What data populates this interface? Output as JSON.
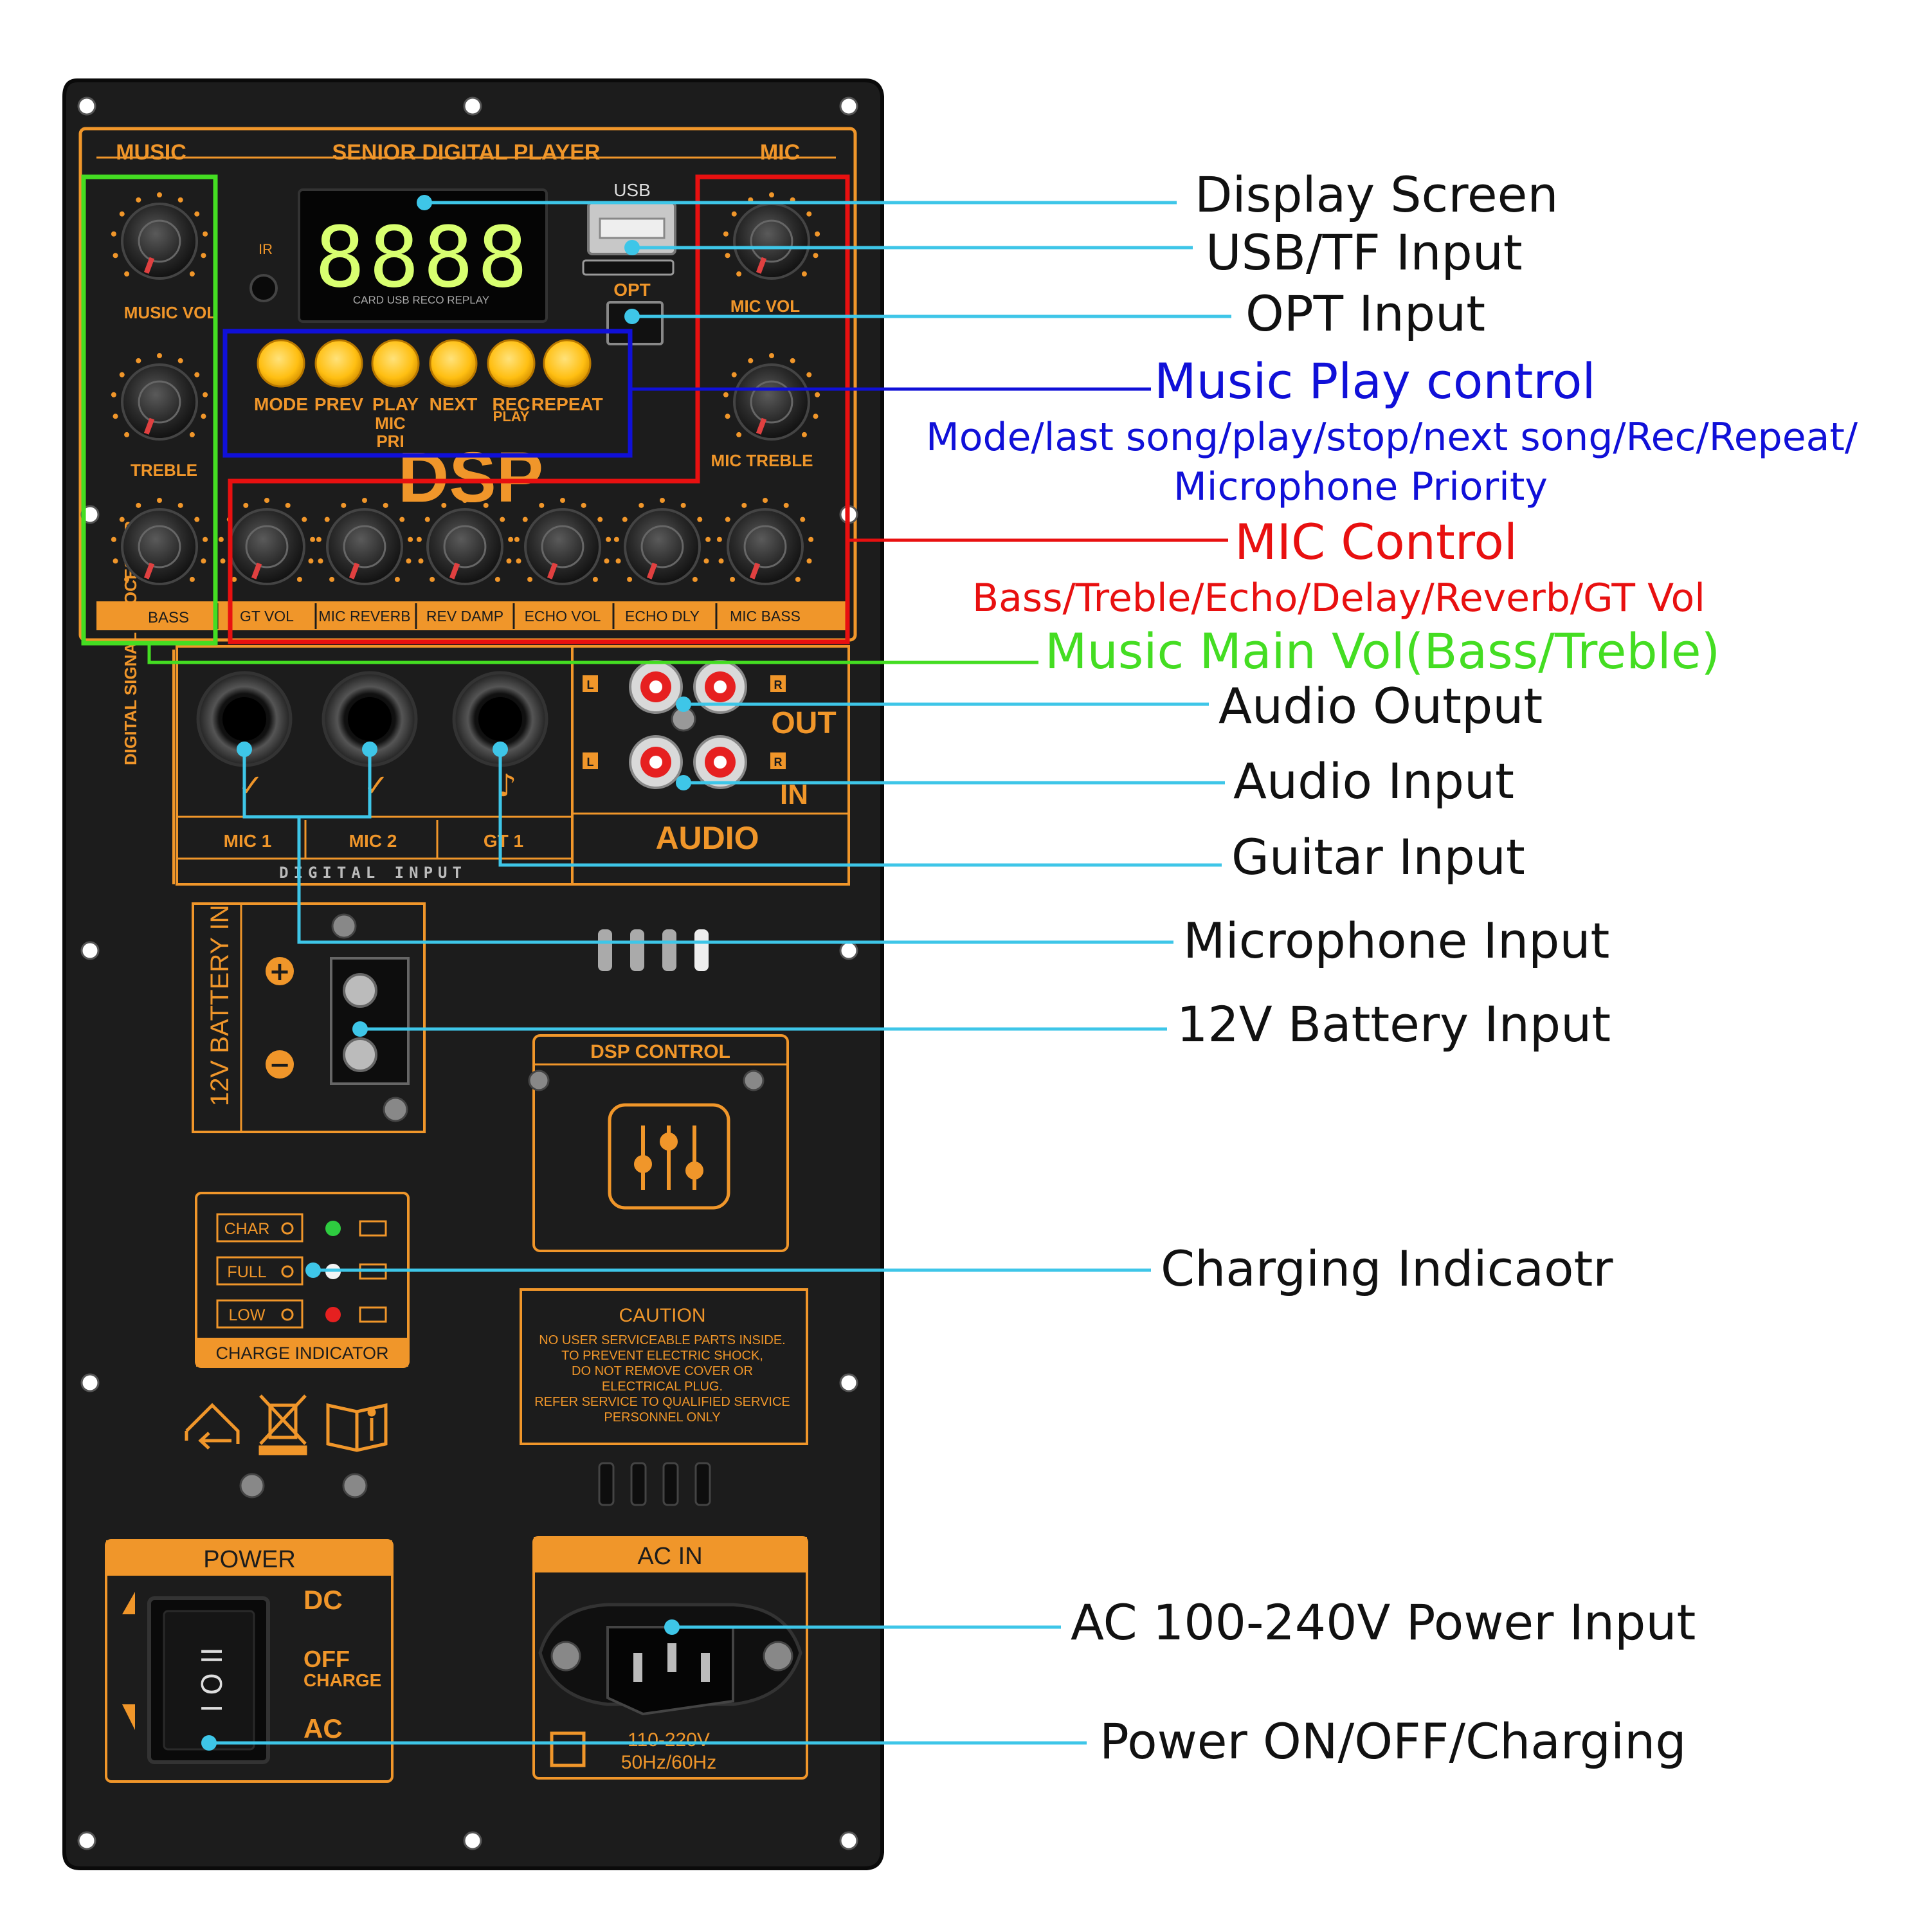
{
  "panel": {
    "labels": {
      "music": "MUSIC",
      "title": "SENIOR DIGITAL PLAYER",
      "mic": "MIC",
      "usb": "USB",
      "ir": "IR",
      "opt": "OPT",
      "display_digits": "8888",
      "display_status": "CARD USB RECO REPLAY",
      "dsp": "DSP",
      "side_text": "DIGITAL SIGNAL PROCESSOR",
      "out": "OUT",
      "in": "IN",
      "audio": "AUDIO",
      "l": "L",
      "r": "R",
      "digital_input": "DIGITAL INPUT",
      "battery": "12V BATTERY IN",
      "plus": "+",
      "minus": "−",
      "dsp_control": "DSP CONTROL",
      "charge_indicator": "CHARGE INDICATOR",
      "power": "POWER",
      "dc": "DC",
      "off": "OFF",
      "charge": "CHARGE",
      "ac": "AC",
      "ac_in": "AC IN",
      "ac_spec1": "110-220V",
      "ac_spec2": "50Hz/60Hz"
    },
    "knob_labels": {
      "music_vol": "MUSIC VOL",
      "treble": "TREBLE",
      "bass": "BASS",
      "mic_vol": "MIC VOL",
      "mic_treble": "MIC TREBLE"
    },
    "bottom_knobs": [
      "GT VOL",
      "MIC REVERB",
      "REV DAMP",
      "ECHO VOL",
      "ECHO DLY",
      "MIC BASS"
    ],
    "buttons": [
      "MODE",
      "PREV",
      "PLAY",
      "NEXT",
      "REC",
      "REPEAT"
    ],
    "button_sub": {
      "play": "MIC",
      "play2": "PRI",
      "rec": "PLAY"
    },
    "jacks": [
      "MIC 1",
      "MIC 2",
      "GT 1"
    ],
    "charge_rows": [
      "CHAR",
      "FULL",
      "LOW"
    ],
    "caution": {
      "title": "CAUTION",
      "lines": [
        "NO USER SERVICEABLE PARTS INSIDE.",
        "TO PREVENT ELECTRIC SHOCK,",
        "DO NOT REMOVE COVER OR",
        "ELECTRICAL PLUG.",
        "REFER SERVICE TO QUALIFIED SERVICE",
        "PERSONNEL ONLY"
      ]
    }
  },
  "callouts": {
    "display": "Display Screen",
    "usb": "USB/TF Input",
    "opt": "OPT Input",
    "music_play": "Music Play control",
    "music_play_sub1": "Mode/last song/play/stop/next song/Rec/Repeat/",
    "music_play_sub2": "Microphone Priority",
    "mic_control": "MIC Control",
    "mic_control_sub": "Bass/Treble/Echo/Delay/Reverb/GT Vol",
    "music_main": "Music Main Vol(Bass/Treble)",
    "audio_out": "Audio Output",
    "audio_in": "Audio Input",
    "guitar": "Guitar Input",
    "microphone": "Microphone Input",
    "battery": "12V Battery Input",
    "charging": "Charging Indicaotr",
    "ac_power": "AC 100-240V Power Input",
    "power_switch": "Power ON/OFF/Charging"
  },
  "colors": {
    "panel": "#1c1c1c",
    "orange": "#f0962a",
    "cyan": "#3ec6e8",
    "blue_box": "#1010d8",
    "red_box": "#e81010",
    "green_box": "#44dd22",
    "button_yellow": "#ffc21a",
    "display_green": "#d8ff70"
  }
}
